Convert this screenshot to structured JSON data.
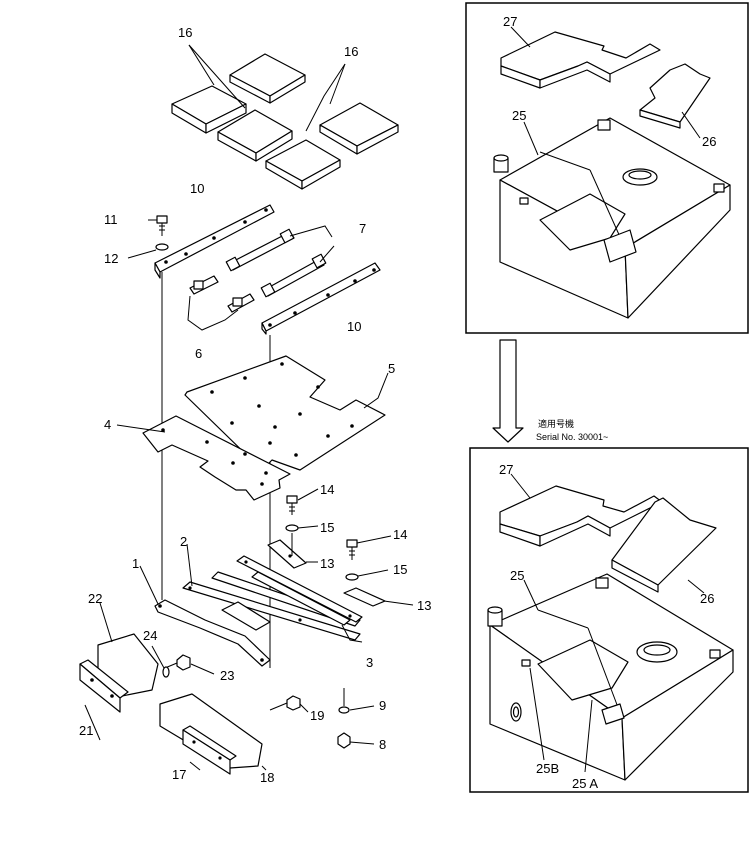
{
  "serial_label_jp": "適用号機",
  "serial_label": "Serial No. 30001~",
  "callouts": {
    "c1": "1",
    "c2": "2",
    "c3": "3",
    "c4": "4",
    "c5": "5",
    "c6": "6",
    "c7": "7",
    "c8": "8",
    "c9": "9",
    "c10a": "10",
    "c10b": "10",
    "c11": "11",
    "c12": "12",
    "c13a": "13",
    "c13b": "13",
    "c14a": "14",
    "c14b": "14",
    "c15a": "15",
    "c15b": "15",
    "c16a": "16",
    "c16b": "16",
    "c17": "17",
    "c18": "18",
    "c19": "19",
    "c21": "21",
    "c22": "22",
    "c23": "23",
    "c24": "24",
    "top_box": {
      "c25": "25",
      "c26": "26",
      "c27": "27"
    },
    "bottom_box": {
      "c25": "25",
      "c25a": "25 A",
      "c25b": "25B",
      "c26": "26",
      "c27": "27"
    }
  }
}
